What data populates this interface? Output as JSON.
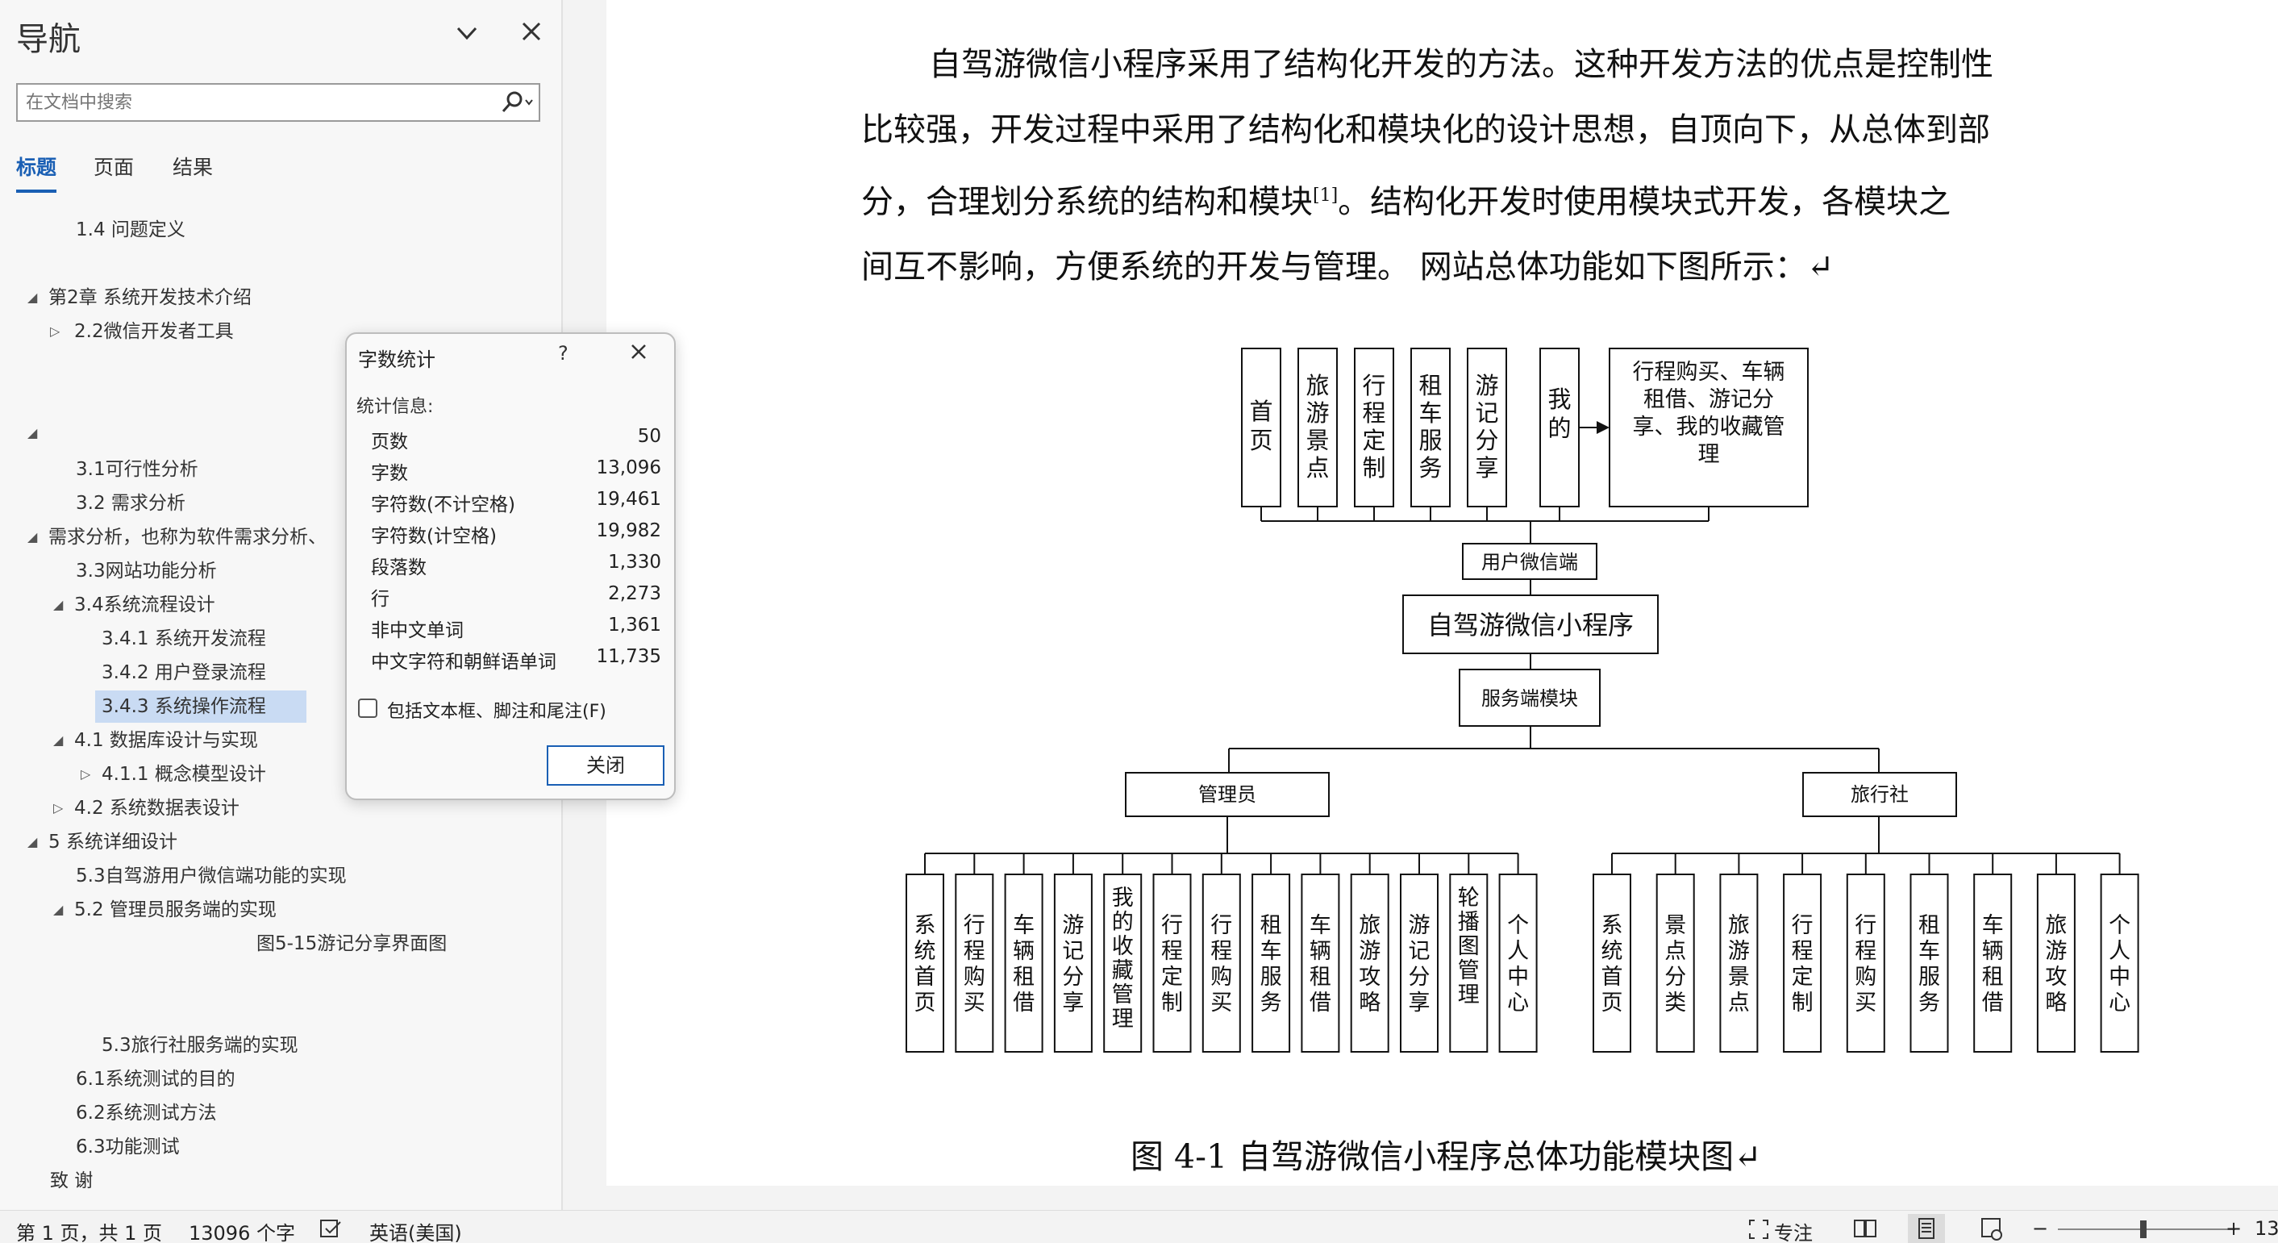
{
  "nav": {
    "title": "导航",
    "search_placeholder": "在文档中搜索",
    "tabs": [
      "标题",
      "页面",
      "结果"
    ],
    "items": [
      {
        "label": "1.4 问题定义",
        "tri": ""
      },
      {
        "label": "第2章 系统开发技术介绍",
        "tri": "◢"
      },
      {
        "label": "2.2微信开发者工具",
        "tri": "▷"
      },
      {
        "label": "",
        "tri": "◢"
      },
      {
        "label": "3.1可行性分析",
        "tri": ""
      },
      {
        "label": "3.2 需求分析",
        "tri": ""
      },
      {
        "label": "需求分析，也称为软件需求分析、",
        "tri": "◢"
      },
      {
        "label": "3.3网站功能分析",
        "tri": ""
      },
      {
        "label": "3.4系统流程设计",
        "tri": "◢"
      },
      {
        "label": "3.4.1 系统开发流程",
        "tri": ""
      },
      {
        "label": "3.4.2 用户登录流程",
        "tri": ""
      },
      {
        "label": "3.4.3 系统操作流程",
        "tri": ""
      },
      {
        "label": "4.1 数据库设计与实现",
        "tri": "◢"
      },
      {
        "label": "4.1.1 概念模型设计",
        "tri": "▷"
      },
      {
        "label": "4.2 系统数据表设计",
        "tri": "▷"
      },
      {
        "label": "5 系统详细设计",
        "tri": "◢"
      },
      {
        "label": "5.3自驾游用户微信端功能的实现",
        "tri": ""
      },
      {
        "label": "5.2 管理员服务端的实现",
        "tri": "◢"
      },
      {
        "label": "图5-15游记分享界面图",
        "tri": ""
      },
      {
        "label": "5.3旅行社服务端的实现",
        "tri": ""
      },
      {
        "label": "6.1系统测试的目的",
        "tri": ""
      },
      {
        "label": "6.2系统测试方法",
        "tri": ""
      },
      {
        "label": "6.3功能测试",
        "tri": ""
      },
      {
        "label": "致 谢",
        "tri": ""
      }
    ]
  },
  "dialog": {
    "title": "字数统计",
    "help": "?",
    "info_label": "统计信息:",
    "stats": [
      {
        "k": "页数",
        "v": "50"
      },
      {
        "k": "字数",
        "v": "13,096"
      },
      {
        "k": "字符数(不计空格)",
        "v": "19,461"
      },
      {
        "k": "字符数(计空格)",
        "v": "19,982"
      },
      {
        "k": "段落数",
        "v": "1,330"
      },
      {
        "k": "行",
        "v": "2,273"
      },
      {
        "k": "非中文单词",
        "v": "1,361"
      },
      {
        "k": "中文字符和朝鲜语单词",
        "v": "11,735"
      }
    ],
    "include_label": "包括文本框、脚注和尾注(F)",
    "close_label": "关闭"
  },
  "doc": {
    "para_lines": [
      "自驾游微信小程序采用了结构化开发的方法。这种开发方法的优点是控制性",
      "比较强，开发过程中采用了结构化和模块化的设计思想，自顶向下，从总体到部",
      "分，合理划分系统的结构和模块",
      "间互不影响，方便系统的开发与管理。 网站总体功能如下图所示：↵"
    ],
    "para_sup": "[1]",
    "para_line3_tail": "。结构化开发时使用模块式开发，各模块之",
    "caption": "图 4-1  自驾游微信小程序总体功能模块图↵"
  },
  "diagram": {
    "top_modules": [
      "首页",
      "旅游景点",
      "行程定制",
      "租车服务",
      "游记分享",
      "我的"
    ],
    "my_detail": [
      "行程购买、车辆",
      "租借、游记分",
      "享、我的收藏管",
      "理"
    ],
    "user_client": "用户微信端",
    "app_name": "自驾游微信小程序",
    "server": "服务端模块",
    "admin": "管理员",
    "agency": "旅行社",
    "admin_modules": [
      "系统首页",
      "行程购买",
      "车辆租借",
      "游记分享",
      "我的收藏管理",
      "行程定制",
      "行程购买",
      "租车服务",
      "车辆租借",
      "旅游攻略",
      "游记分享",
      "轮播图管理",
      "个人中心"
    ],
    "agency_modules": [
      "系统首页",
      "景点分类",
      "旅游景点",
      "行程定制",
      "行程购买",
      "租车服务",
      "车辆租借",
      "旅游攻略",
      "个人中心"
    ]
  },
  "status": {
    "page": "第 1 页，共 1 页",
    "words": "13096 个字",
    "lang": "英语(美国)",
    "focus": "专注",
    "zoom_minus": "−",
    "zoom_plus": "+",
    "zoom_pct": "13"
  }
}
